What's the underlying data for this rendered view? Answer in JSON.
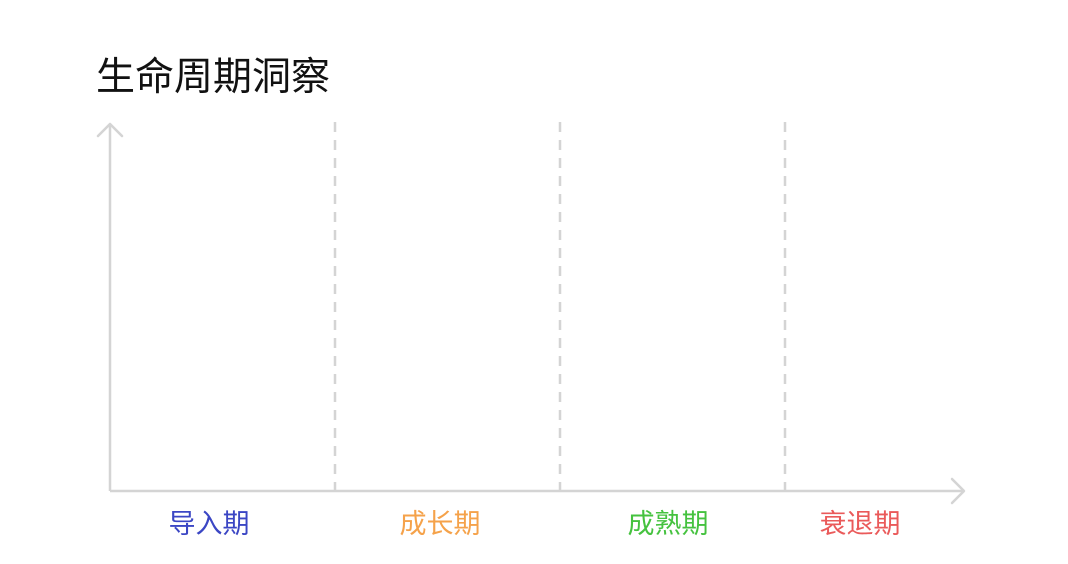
{
  "title": "生命周期洞察",
  "colors": {
    "axis": "#d4d4d4",
    "divider": "#d4d4d4",
    "title": "#111111"
  },
  "stages": [
    {
      "label": "导入期",
      "color": "#3b46c4"
    },
    {
      "label": "成长期",
      "color": "#f5a24a"
    },
    {
      "label": "成熟期",
      "color": "#45c23f"
    },
    {
      "label": "衰退期",
      "color": "#ea5a5a"
    }
  ]
}
